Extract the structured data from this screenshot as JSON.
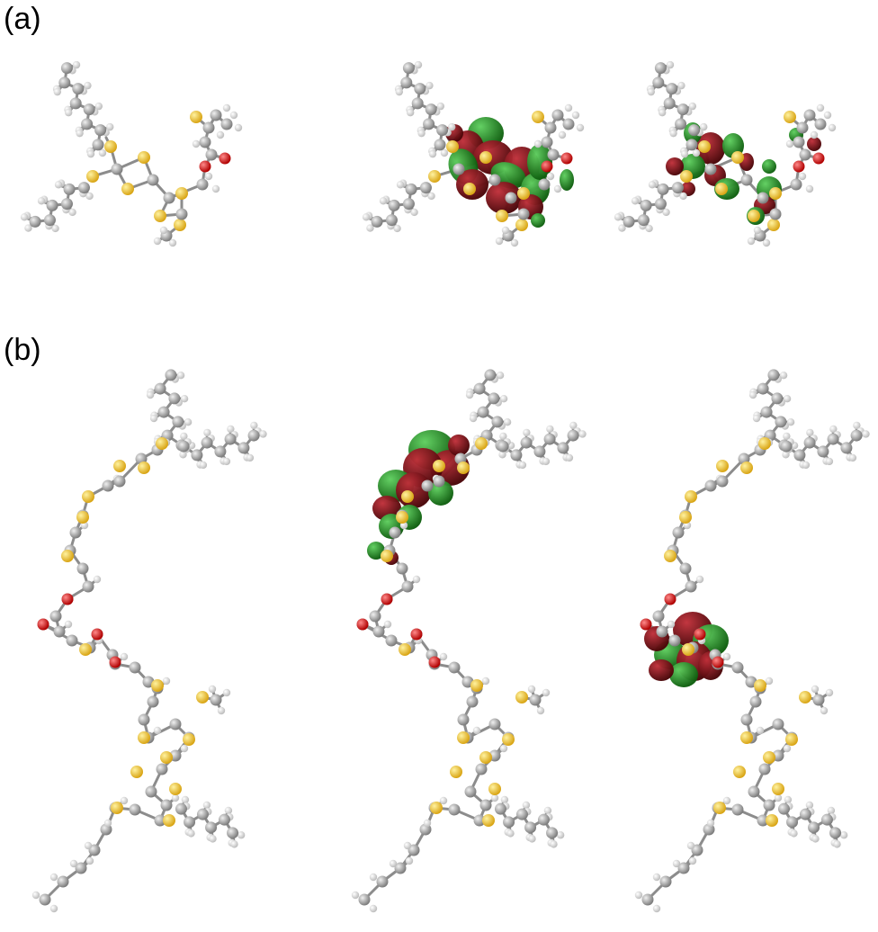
{
  "figure": {
    "panel_a_label": "(a)",
    "panel_b_label": "(b)"
  },
  "colors": {
    "background": "#ffffff",
    "carbon": "#a9a9a9",
    "hydrogen": "#e6e6e6",
    "sulfur": "#f2c93b",
    "oxygen": "#d01818",
    "orbital_positive": "#1a7d1a",
    "orbital_negative": "#7a0d12",
    "bond": "#8c8c8c"
  },
  "icons": [
    "ball-and-stick-molecule",
    "molecular-orbital-lobes"
  ]
}
